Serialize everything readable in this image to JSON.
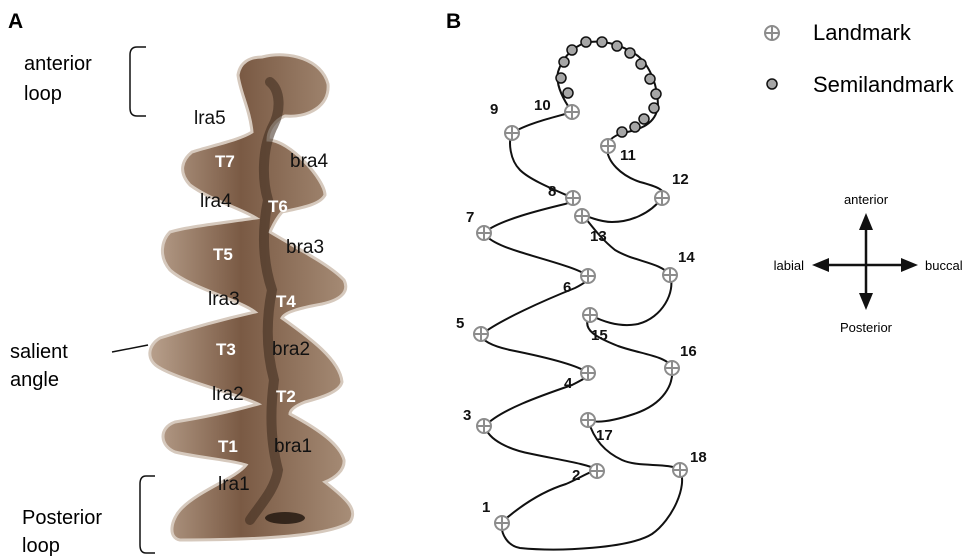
{
  "panel_a": {
    "letter": "A",
    "regions": {
      "anterior_loop": [
        "anterior",
        "loop"
      ],
      "salient_angle": [
        "salient",
        "angle"
      ],
      "posterior_loop": [
        "Posterior",
        "loop"
      ]
    },
    "triangles": [
      "T7",
      "T6",
      "T5",
      "T4",
      "T3",
      "T2",
      "T1"
    ],
    "lingual_reentrant_angles": [
      "lra5",
      "lra4",
      "lra3",
      "lra2",
      "lra1"
    ],
    "buccal_reentrant_angles": [
      "bra4",
      "bra3",
      "bra2",
      "bra1"
    ],
    "specimen_colors": {
      "body": "#8a6a52",
      "edge": "#c9b9aa",
      "dark": "#3d2a1e"
    }
  },
  "panel_b": {
    "letter": "B",
    "landmark_numbers": [
      "1",
      "2",
      "3",
      "4",
      "5",
      "6",
      "7",
      "8",
      "9",
      "10",
      "11",
      "12",
      "13",
      "14",
      "15",
      "16",
      "17",
      "18"
    ],
    "semilandmark_count": 15,
    "colors": {
      "landmark": "#8c8c8c",
      "semilandmark": "#a6a6a6",
      "outline": "#111111"
    }
  },
  "legend": {
    "landmark_label": "Landmark",
    "semilandmark_label": "Semilandmark"
  },
  "compass": {
    "anterior": "anterior",
    "posterior": "Posterior",
    "labial": "labial",
    "buccal": "buccal"
  }
}
